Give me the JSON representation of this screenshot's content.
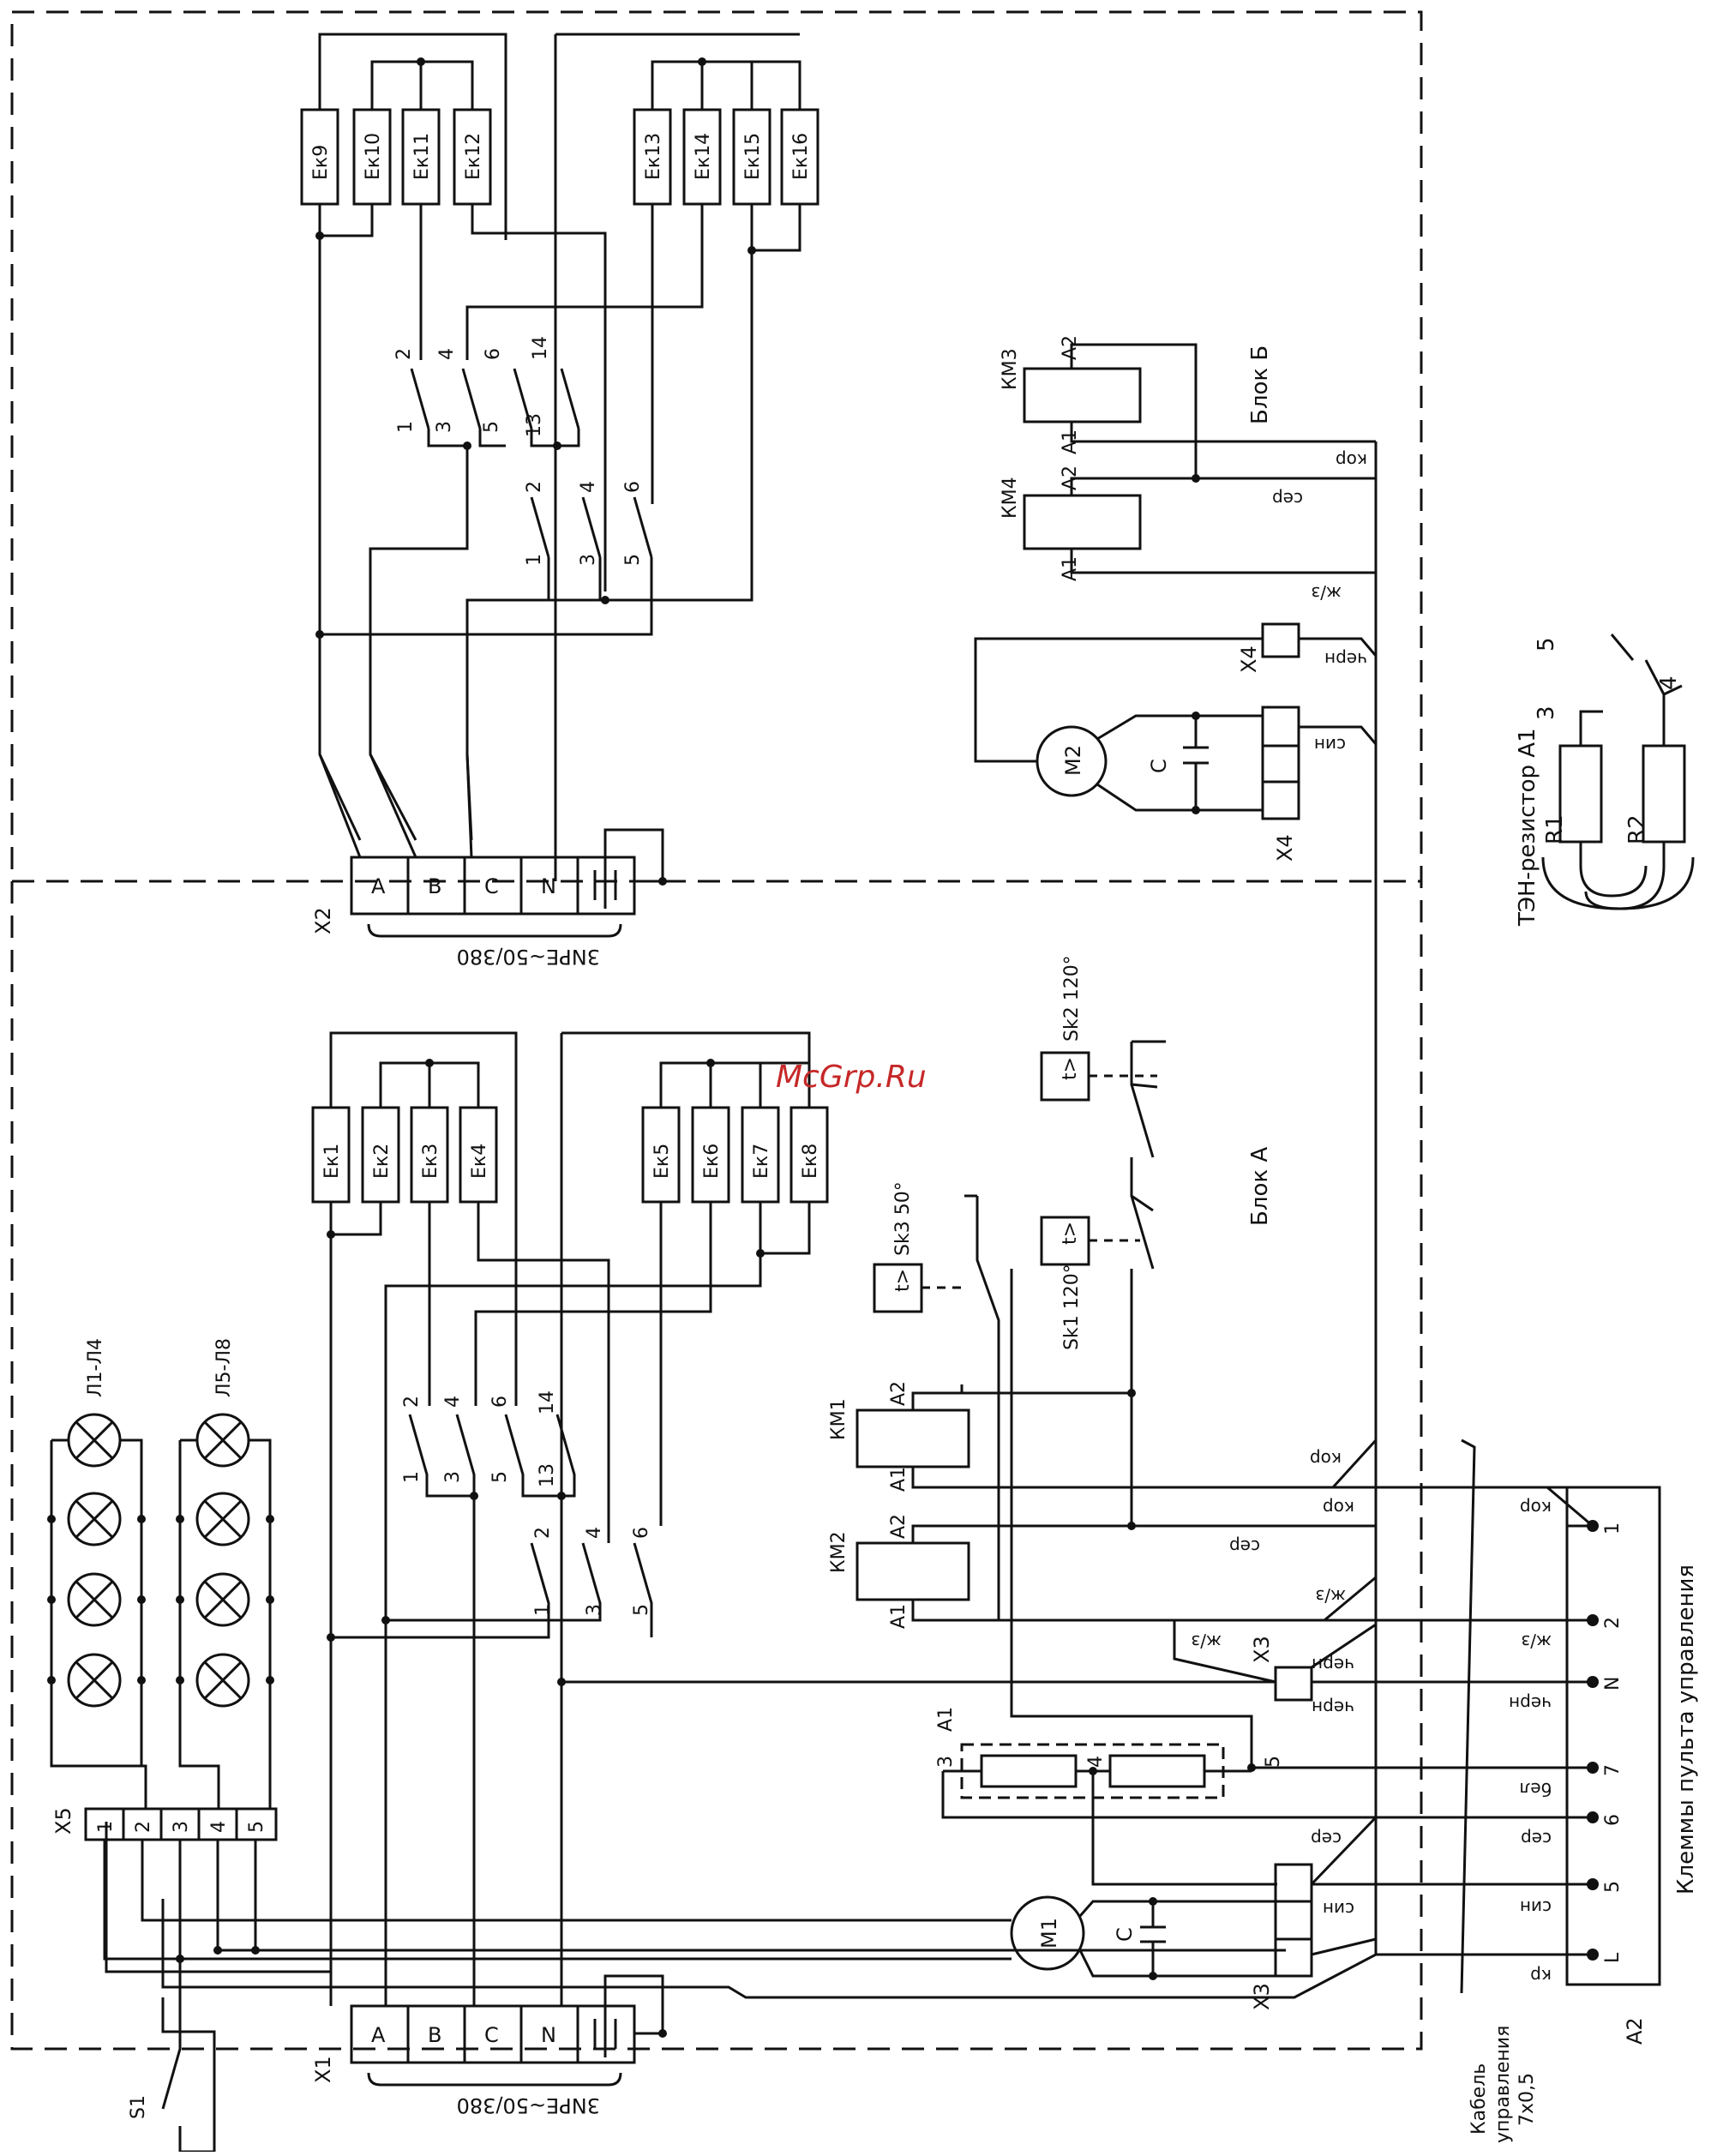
{
  "block_labels": {
    "block_b": "Блок Б",
    "block_a": "Блок А"
  },
  "heaters": {
    "top": [
      "Ек9",
      "Ек10",
      "Ек11",
      "Ек12",
      "Ек13",
      "Ек14",
      "Ек15",
      "Ек16"
    ],
    "bottom": [
      "Ек1",
      "Ек2",
      "Ек3",
      "Ек4",
      "Ек5",
      "Ек6",
      "Ек7",
      "Ек8"
    ]
  },
  "contactors": {
    "km1": "КМ1",
    "km2": "КМ2",
    "km3": "КМ3",
    "km4": "КМ4"
  },
  "coil_terminals": {
    "a1": "А1",
    "a2": "А2"
  },
  "contact_pins": {
    "top": [
      "2",
      "4",
      "6",
      "14"
    ],
    "bottom": [
      "1",
      "3",
      "5",
      "13"
    ],
    "three_top": [
      "2",
      "4",
      "6"
    ],
    "three_bottom": [
      "1",
      "3",
      "5"
    ]
  },
  "terminal_blocks": {
    "x1": "X1",
    "x2": "X2",
    "x3": "X3",
    "x4": "X4",
    "x5": "X5",
    "phases": [
      "A",
      "B",
      "C",
      "N"
    ],
    "supply": "3NPE~50/380"
  },
  "motors": {
    "m1": "M1",
    "m2": "M2",
    "capacitor": "C"
  },
  "thermostats": {
    "sk1": "Sk1 120°",
    "sk2": "Sk2 120°",
    "sk3": "Sk3 50°",
    "symbol": "t>"
  },
  "lamps": {
    "group1": "Л1-Л4",
    "group2": "Л5-Л8"
  },
  "x5_pins": [
    "1",
    "2",
    "3",
    "4",
    "5"
  ],
  "switch_s1": "S1",
  "wire_colors": {
    "brown": "кор",
    "grey": "сер",
    "yellow_green": "ж/з",
    "black": "черн",
    "blue": "син",
    "white_blue": "бел",
    "red": "кр"
  },
  "resistor": {
    "title": "ТЭН-резистор А1",
    "r1": "R1",
    "r2": "R2",
    "pins": [
      "3",
      "4",
      "5"
    ],
    "block": "А1"
  },
  "panel": {
    "title": "Клеммы пульта управления",
    "designator": "А2",
    "terminals": [
      "1",
      "2",
      "N",
      "7",
      "6",
      "5",
      "L"
    ]
  },
  "cable": {
    "line1": "Кабель",
    "line2": "управления",
    "line3": "7х0,5"
  },
  "watermark": "McGrp.Ru"
}
